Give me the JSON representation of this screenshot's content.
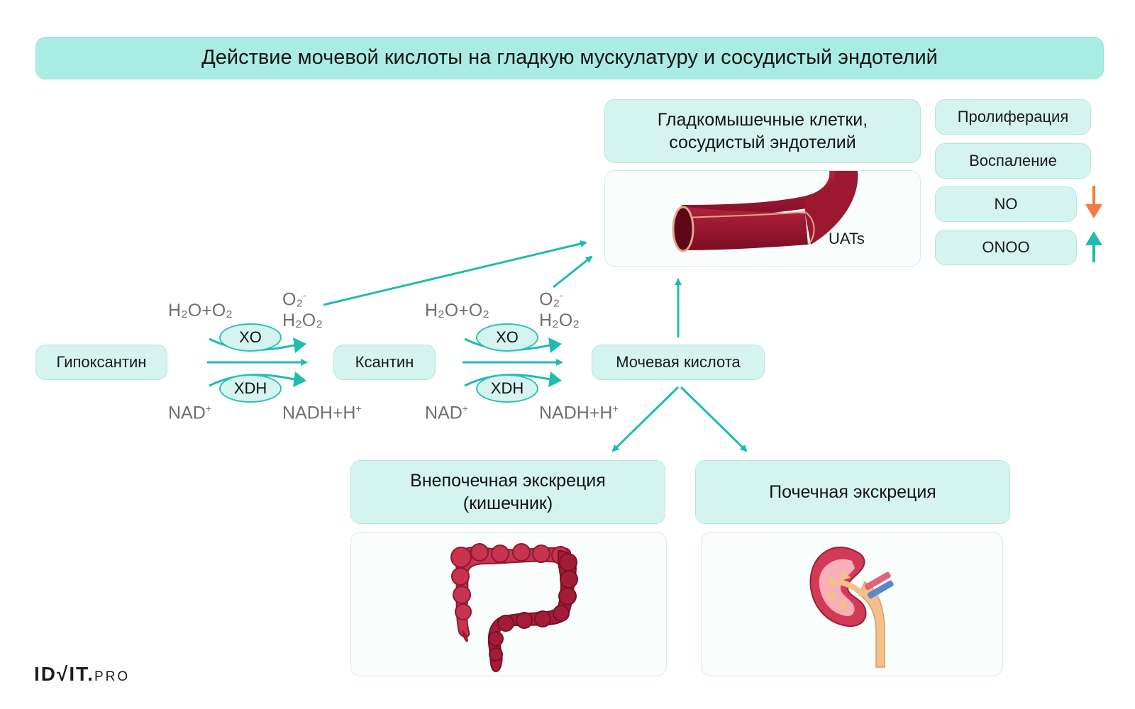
{
  "title": "Действие мочевой кислоты на гладкую мускулатуру и сосудистый эндотелий",
  "colors": {
    "teal": "#1fbcb0",
    "box_fill": "#d5f4f0",
    "title_fill": "#a9ece3",
    "down_arrow": "#f47a3e",
    "up_arrow": "#1fbcb0"
  },
  "nodes": {
    "hypoxanthine": "Гипоксантин",
    "xanthine": "Ксантин",
    "uric_acid": "Мочевая кислота",
    "smooth_muscle": "Гладкомышечные клетки, сосудистый эндотелий",
    "extrarenal": "Внепочечная экскреция (кишечник)",
    "renal": "Почечная экскреция"
  },
  "effects": [
    {
      "label": "Пролиферация",
      "direction": ""
    },
    {
      "label": "Воспаление",
      "direction": ""
    },
    {
      "label": "NO",
      "direction": "down",
      "icon": "down-arrow-icon"
    },
    {
      "label": "ONOO",
      "direction": "up",
      "icon": "up-arrow-icon"
    }
  ],
  "reaction1": {
    "enzyme_top": "XO",
    "enzyme_bottom": "XDH",
    "in_top": "H₂O+O₂",
    "out_top_1": "O₂",
    "out_top_1_sup": "-",
    "out_top_2": "H₂O₂",
    "in_bottom": "NAD",
    "in_bottom_sup": "+",
    "out_bottom": "NADH+H",
    "out_bottom_sup": "+"
  },
  "reaction2": {
    "enzyme_top": "XO",
    "enzyme_bottom": "XDH",
    "in_top": "H₂O+O₂",
    "out_top_1": "O₂",
    "out_top_1_sup": "-",
    "out_top_2": "H₂O₂",
    "in_bottom": "NAD",
    "in_bottom_sup": "+",
    "out_bottom": "NADH+H",
    "out_bottom_sup": "+"
  },
  "vessel_label": "UATs",
  "illustrations": {
    "vessel": "blood-vessel-illustration",
    "intestine": "large-intestine-illustration",
    "kidney": "kidney-illustration"
  },
  "logo": {
    "main": "ID√IT.",
    "suffix": "PRO"
  }
}
